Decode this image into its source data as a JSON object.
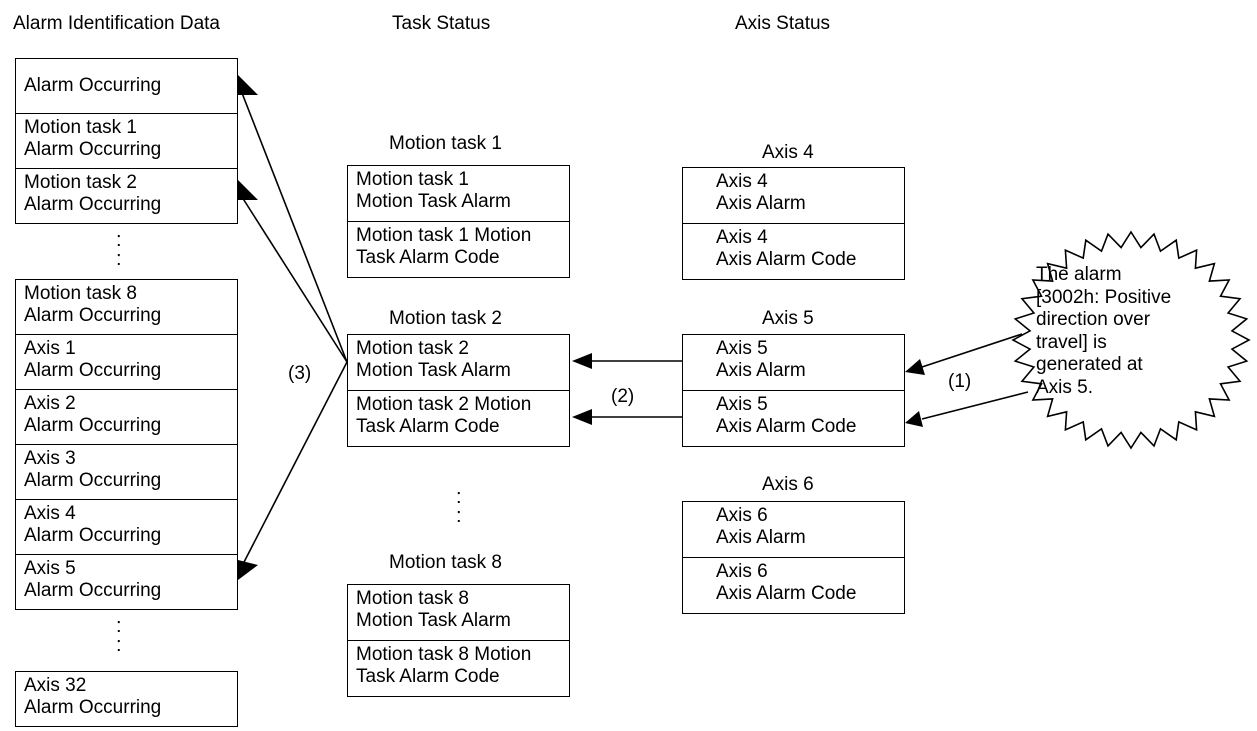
{
  "headers": {
    "alarm_id": "Alarm Identification Data",
    "task_status": "Task Status",
    "axis_status": "Axis Status"
  },
  "alarm_list": [
    [
      "Alarm Occurring"
    ],
    [
      "Motion task 1",
      "Alarm Occurring"
    ],
    [
      "Motion task 2",
      "Alarm Occurring"
    ],
    [
      "Motion task 8",
      "Alarm Occurring"
    ],
    [
      "Axis 1",
      "Alarm Occurring"
    ],
    [
      "Axis 2",
      "Alarm Occurring"
    ],
    [
      "Axis 3",
      "Alarm Occurring"
    ],
    [
      "Axis 4",
      "Alarm Occurring"
    ],
    [
      "Axis 5",
      "Alarm Occurring"
    ],
    [
      "Axis 32",
      "Alarm Occurring"
    ]
  ],
  "tasks": [
    {
      "title": "Motion task 1",
      "cells": [
        [
          "Motion task 1",
          "Motion Task Alarm"
        ],
        [
          "Motion task 1 Motion",
          "Task Alarm Code"
        ]
      ]
    },
    {
      "title": "Motion task 2",
      "cells": [
        [
          "Motion task 2",
          "Motion Task Alarm"
        ],
        [
          "Motion task 2 Motion",
          "Task Alarm Code"
        ]
      ]
    },
    {
      "title": "Motion task 8",
      "cells": [
        [
          "Motion task 8",
          "Motion Task Alarm"
        ],
        [
          "Motion task 8 Motion",
          "Task Alarm Code"
        ]
      ]
    }
  ],
  "axes": [
    {
      "title": "Axis 4",
      "cells": [
        [
          "Axis 4",
          "Axis Alarm"
        ],
        [
          "Axis 4",
          "Axis Alarm Code"
        ]
      ]
    },
    {
      "title": "Axis 5",
      "cells": [
        [
          "Axis 5",
          "Axis Alarm"
        ],
        [
          "Axis 5",
          "Axis Alarm Code"
        ]
      ]
    },
    {
      "title": "Axis 6",
      "cells": [
        [
          "Axis 6",
          "Axis Alarm"
        ],
        [
          "Axis 6",
          "Axis Alarm Code"
        ]
      ]
    }
  ],
  "callout_lines": [
    "The alarm",
    "[3002h: Positive",
    "direction over",
    "travel] is",
    "generated at",
    "Axis 5."
  ],
  "step_labels": {
    "step1": "(1)",
    "step2": "(2)",
    "step3": "(3)"
  },
  "ellipsis": ":\n:"
}
